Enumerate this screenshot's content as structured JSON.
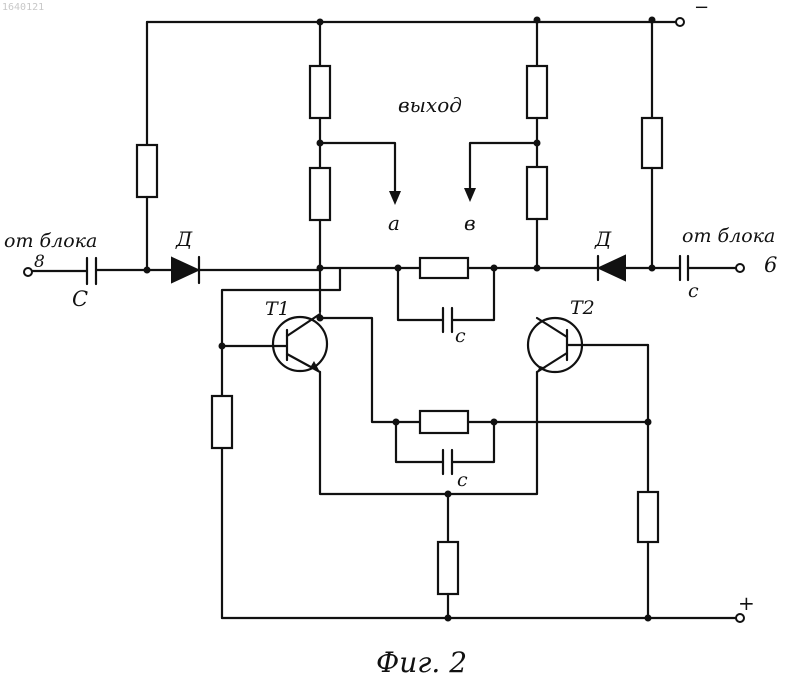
{
  "corner_id": "1640121",
  "labels": {
    "output": "выход",
    "out_a": "а",
    "out_b": "в",
    "from_block_left": "от блока",
    "from_block_right": "от блока",
    "terminal_left": "8",
    "terminal_right": "6",
    "cap_c": "С",
    "cap_c_small": "с",
    "diode_left": "Д",
    "diode_right": "Д",
    "transistor_1": "Т1",
    "transistor_2": "Т2",
    "minus": "−",
    "plus": "+",
    "caption": "Фиг. 2"
  }
}
